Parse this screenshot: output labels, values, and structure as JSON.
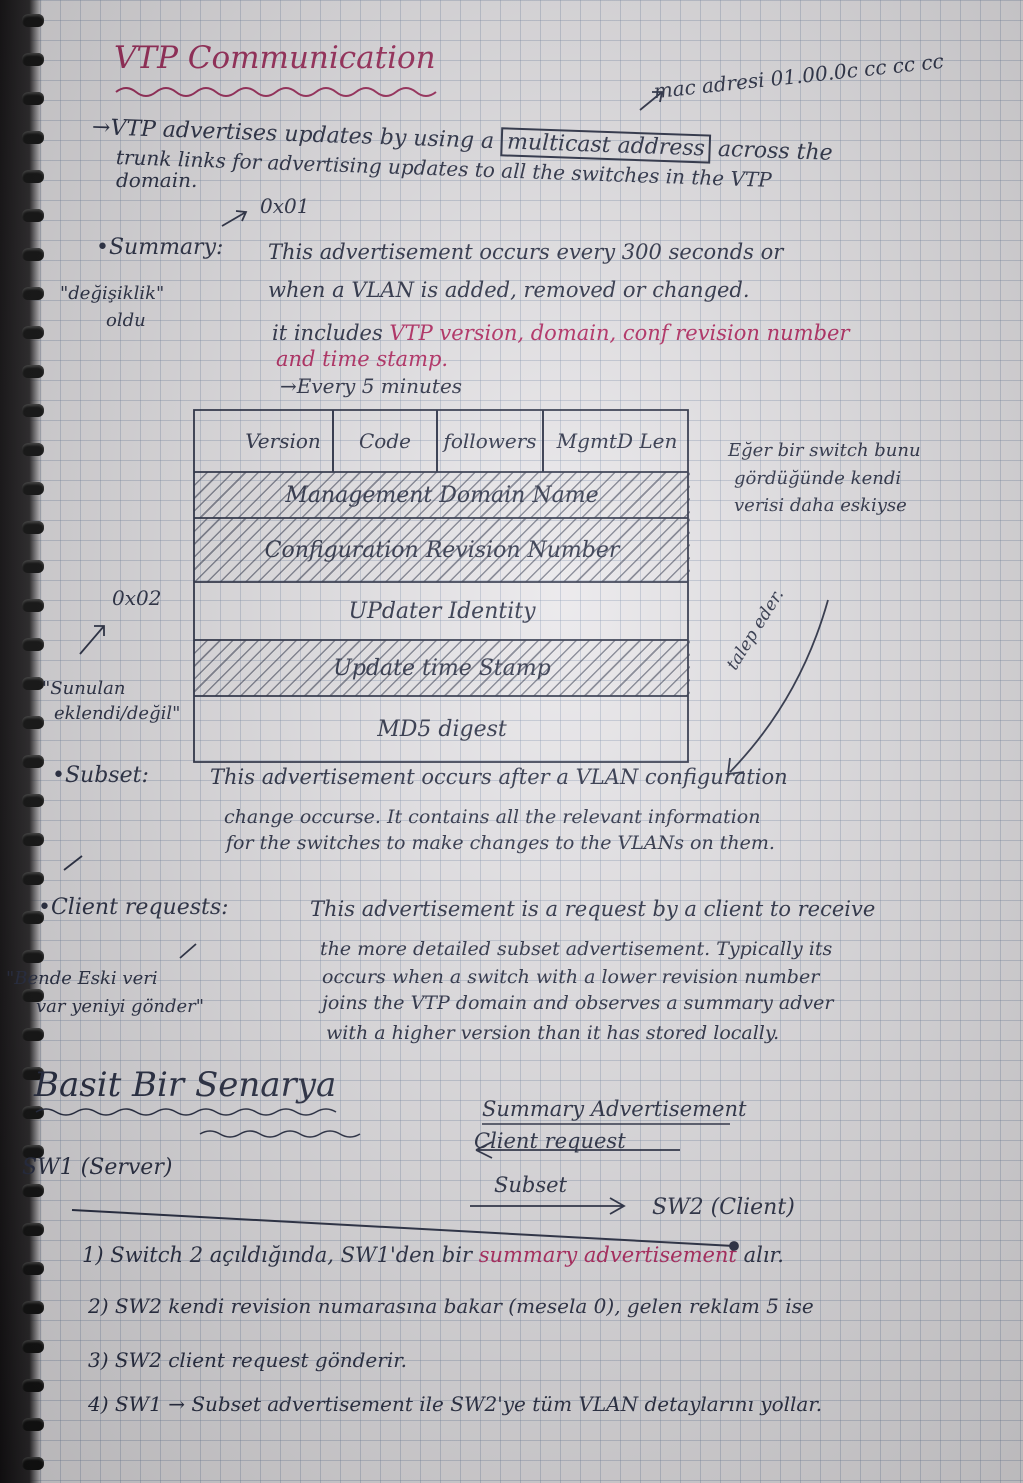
{
  "title": "VTP Communication",
  "mac_note": "mac adresi 01.00.0c cc cc cc",
  "intro": {
    "line1_pre": "→VTP advertises updates by using a",
    "boxed": "multicast address",
    "line1_post": "across the",
    "line2": "trunk links for advertising updates to all the switches in the VTP",
    "line3": "domain."
  },
  "hex_01": "0x01",
  "summary": {
    "heading": "•Summary:",
    "line1": "This advertisement occurs every 300 seconds or",
    "line2": "when a VLAN is added, removed or changed.",
    "includes_prefix": "it includes",
    "includes_pink": "VTP version, domain, conf revision number",
    "includes_line2": "and time stamp.",
    "every": "→Every 5 minutes"
  },
  "side_note_1": {
    "line1": "\"değişiklik\"",
    "line2": "oldu"
  },
  "diagram": {
    "header": [
      "Version",
      "Code",
      "followers",
      "MgmtD Len"
    ],
    "rows": [
      "Management Domain Name",
      "Configuration Revision Number",
      "UPdater Identity",
      "Update time Stamp",
      "MD5 digest"
    ]
  },
  "hex_02": "0x02",
  "side_note_2": {
    "line1": "\"Sunulan",
    "line2": "eklendi/değil\""
  },
  "right_note": [
    "Eğer bir switch bunu",
    "gördüğünde kendi",
    "verisi daha eskiyse"
  ],
  "talep_eder": "talep eder.",
  "subset": {
    "heading": "•Subset:",
    "line1": "This advertisement occurs after a VLAN configuration",
    "line2": "change occurse. It contains all the relevant information",
    "line3": "for the switches to make changes to the VLANs on them."
  },
  "client": {
    "heading": "•Client requests:",
    "line1": "This advertisement is a request by a client to receive",
    "line2": "the more detailed subset advertisement. Typically its",
    "line3": "occurs when a switch with a lower revision number",
    "line4": "joins the VTP domain and observes a summary adver",
    "line5": "with a higher version than it has stored locally."
  },
  "side_note_3": {
    "line1": "\"Bende Eski veri",
    "line2": "var yeniyi gönder\""
  },
  "scenario": {
    "heading": "Basit Bir Senarya",
    "summary_adv": "Summary Advertisement",
    "client_request": "Client request",
    "subset": "Subset",
    "sw1": "SW1 (Server)",
    "sw2": "SW2 (Client)"
  },
  "steps": [
    {
      "pre": "1) Switch 2 açıldığında, SW1'den bir",
      "pink": "summary advertisement",
      "post": "alır."
    },
    {
      "text": "2) SW2 kendi revision numarasına bakar (mesela 0), gelen reklam 5 ise"
    },
    {
      "text": "3) SW2 client request gönderir."
    },
    {
      "text": "4) SW1 → Subset advertisement ile SW2'ye tüm VLAN detaylarını yollar."
    }
  ]
}
